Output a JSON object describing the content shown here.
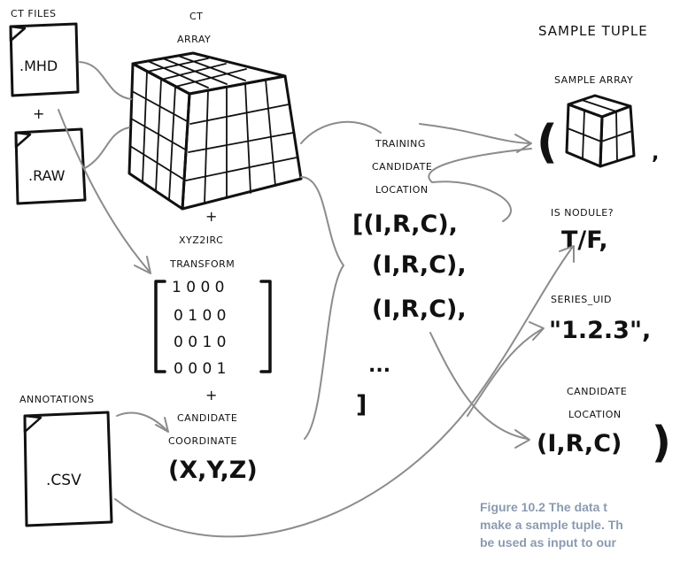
{
  "left": {
    "ct_files_label": "CT FILES",
    "mhd_label": ".MHD",
    "plus_1": "+",
    "raw_label": ".RAW",
    "annotations_label": "ANNOTATIONS",
    "csv_label": ".CSV"
  },
  "middle": {
    "ct_label_1": "CT",
    "ct_label_2": "ARRAY",
    "plus_2": "+",
    "xyz_label": "XYZ2IRC",
    "transform_label": "TRANSFORM",
    "matrix_rows": [
      "1 0 0 0",
      "0 1 0 0",
      "0 0 1 0",
      "0 0 0 1"
    ],
    "plus_3": "+",
    "candidate_label": "CANDIDATE",
    "coordinate_label": "COORDINATE",
    "xyz_value": "(X,Y,Z)"
  },
  "center": {
    "training_label": "TRAINING",
    "candidate_label": "CANDIDATE",
    "location_label": "LOCATION",
    "list_items": [
      "[(I,R,C),",
      "(I,R,C),",
      "(I,R,C),"
    ],
    "ellipsis": "...",
    "close_bracket": "]"
  },
  "right": {
    "title": "SAMPLE TUPLE",
    "sample_array_label": "SAMPLE ARRAY",
    "tuple_open": "(",
    "tuple_comma": ",",
    "is_nodule_label": "IS NODULE?",
    "is_nodule_value": "T/F,",
    "series_uid_label": "SERIES_UID",
    "series_uid_value": "\"1.2.3\",",
    "candidate_label": "CANDIDATE",
    "location_label": "LOCATION",
    "location_value": "(I,R,C)",
    "tuple_close": ")"
  },
  "caption": {
    "line_1": "Figure 10.2  The data t",
    "line_2": "make a sample tuple. Th",
    "line_3": "be used as input to our"
  }
}
